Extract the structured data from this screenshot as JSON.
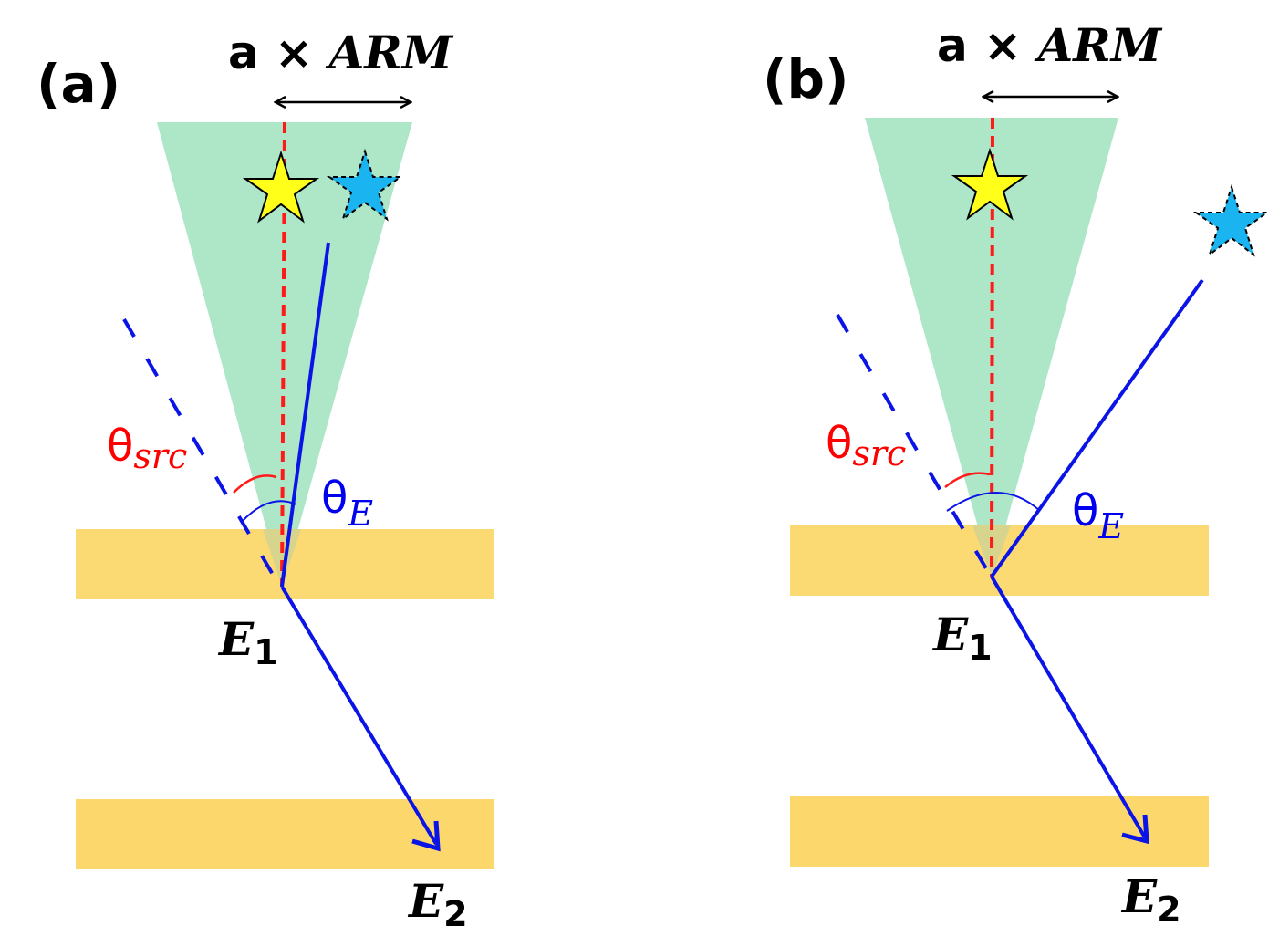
{
  "panels": [
    {
      "label": "(a)",
      "arm": {
        "prefix": "a × ",
        "italic": "ARM"
      },
      "theta_src": {
        "symbol": "θ",
        "sub": "src"
      },
      "theta_e": {
        "symbol": "θ",
        "sub": "E"
      },
      "e1": {
        "letter": "E",
        "sub": "1"
      },
      "e2": {
        "letter": "E",
        "sub": "2"
      }
    },
    {
      "label": "(b)",
      "arm": {
        "prefix": "a × ",
        "italic": "ARM"
      },
      "theta_src": {
        "symbol": "θ",
        "sub": "src"
      },
      "theta_e": {
        "symbol": "θ",
        "sub": "E"
      },
      "e1": {
        "letter": "E",
        "sub": "1"
      },
      "e2": {
        "letter": "E",
        "sub": "2"
      }
    }
  ],
  "colors": {
    "cone": "#aee6c8",
    "detector_layer": "#fcd86c",
    "source_line": "#ff1a1a",
    "electron_track": "#0a14e6",
    "true_source_star": "#ffff1a",
    "reconstructed_star": "#1ab4f0"
  }
}
